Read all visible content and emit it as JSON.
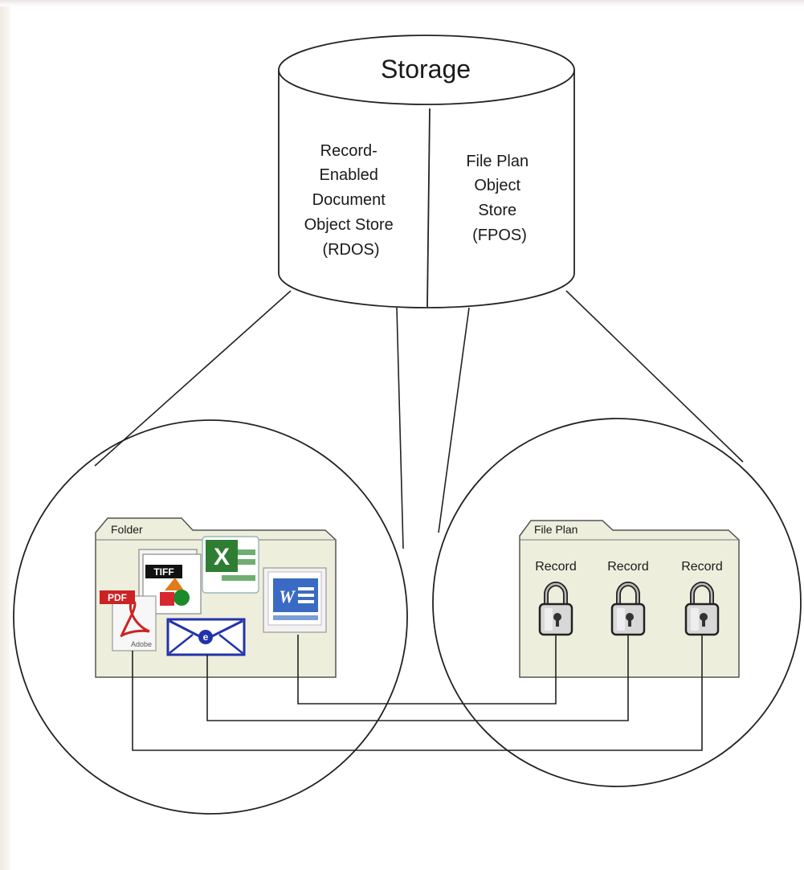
{
  "storage": {
    "title": "Storage",
    "left_label": [
      "Record-",
      "Enabled",
      "Document",
      "Object Store",
      "(RDOS)"
    ],
    "right_label": [
      "File Plan",
      "Object",
      "Store",
      "(FPOS)"
    ]
  },
  "folder": {
    "label": "Folder",
    "files": [
      {
        "name": "pdf-file-icon",
        "text": "PDF"
      },
      {
        "name": "tiff-file-icon",
        "text": "TIFF"
      },
      {
        "name": "excel-file-icon",
        "text": "X"
      },
      {
        "name": "word-file-icon",
        "text": "W"
      },
      {
        "name": "email-icon",
        "text": "e"
      }
    ],
    "pdf_brand": "Adobe"
  },
  "file_plan": {
    "label": "File Plan",
    "records": [
      "Record",
      "Record",
      "Record"
    ]
  },
  "colors": {
    "line": "#222222",
    "folder_fill": "#eeeedd",
    "folder_stroke": "#555555",
    "pdf_red": "#cc2222",
    "excel_green": "#2e7d32",
    "word_blue": "#1f4e9c",
    "email_blue": "#2233aa"
  }
}
